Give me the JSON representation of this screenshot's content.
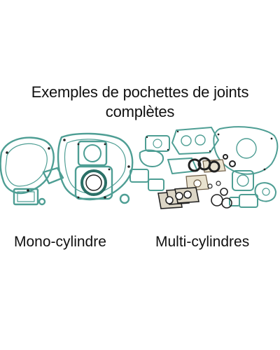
{
  "heading": {
    "line1": "Exemples de pochettes de joints",
    "line2": "complètes"
  },
  "products": [
    {
      "label": "Mono-cylindre",
      "picture": "mono-cylinder-gasket-kit"
    },
    {
      "label": "Multi-cylindres",
      "picture": "multi-cylinder-gasket-kit"
    }
  ],
  "colors": {
    "gasket": "#4e9e94",
    "gasket_dark": "#2b6f66",
    "ring": "#222222",
    "paper": "#e9e2cf"
  }
}
